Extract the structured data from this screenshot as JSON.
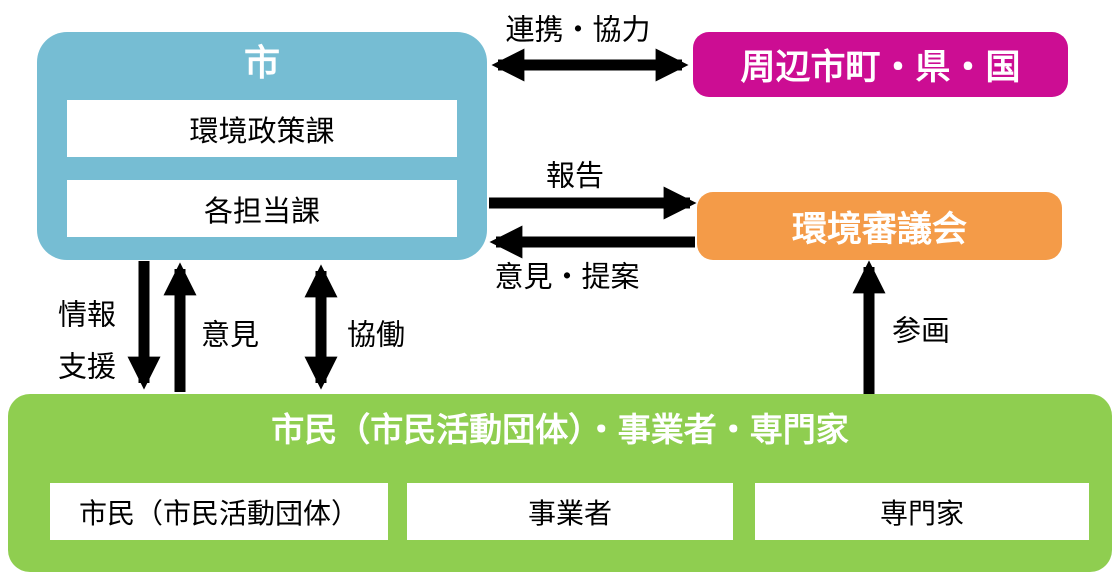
{
  "diagram": {
    "city_box": {
      "title": "市",
      "color": "#76BDD3",
      "departments": [
        "環境政策課",
        "各担当課"
      ]
    },
    "surrounding_box": {
      "label": "周辺市町・県・国",
      "color": "#CC0D93"
    },
    "council_box": {
      "label": "環境審議会",
      "color": "#F49B48"
    },
    "citizens_box": {
      "title": "市民（市民活動団体）・事業者・専門家",
      "color": "#8FCE50",
      "members": [
        "市民（市民活動団体）",
        "事業者",
        "専門家"
      ]
    },
    "arrows": [
      {
        "label": "連携・協力",
        "from": "市",
        "to": "周辺市町・県・国",
        "bidirectional": true
      },
      {
        "label": "報告",
        "from": "市",
        "to": "環境審議会",
        "bidirectional": false
      },
      {
        "label": "意見・提案",
        "from": "環境審議会",
        "to": "市",
        "bidirectional": false
      },
      {
        "label_lines": [
          "情報",
          "支援"
        ],
        "from": "市",
        "to": "市民（市民活動団体）・事業者・専門家",
        "bidirectional": false
      },
      {
        "label": "意見",
        "from": "市民（市民活動団体）・事業者・専門家",
        "to": "市",
        "bidirectional": false
      },
      {
        "label": "協働",
        "from": "市",
        "to": "市民（市民活動団体）・事業者・専門家",
        "bidirectional": true
      },
      {
        "label": "参画",
        "from": "市民（市民活動団体）・事業者・専門家",
        "to": "環境審議会",
        "bidirectional": false
      }
    ],
    "arrow_color": "#000000"
  }
}
